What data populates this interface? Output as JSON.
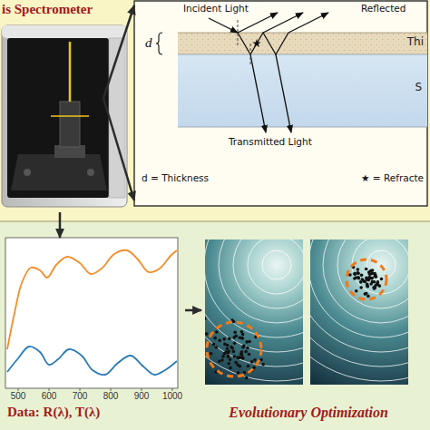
{
  "diagram": {
    "nodes": [
      {
        "text": [
          "is Spectrometer"
        ]
      },
      {
        "text": [
          "d = Thickness",
          "★ = Refracte"
        ]
      },
      {
        "text": [
          "Thi"
        ],
        "in": 1
      },
      {
        "text": [
          "S"
        ],
        "in": 1
      },
      {
        "text": [
          "Data: R(λ), T(λ)"
        ]
      },
      {
        "text": [
          "Evolutionary Optimization"
        ]
      }
    ],
    "edges": [
      {
        "from": 0,
        "to": 1,
        "arrow": "to"
      },
      {
        "from": 0,
        "to": 4,
        "arrow": "to"
      },
      {
        "from": 4,
        "to": 5,
        "arrow": "to"
      }
    ],
    "labels": [
      "Incident Light",
      "Reflected",
      "d",
      "Transmitted Light",
      "500",
      "600",
      "700",
      "800",
      "900",
      "1000"
    ]
  }
}
